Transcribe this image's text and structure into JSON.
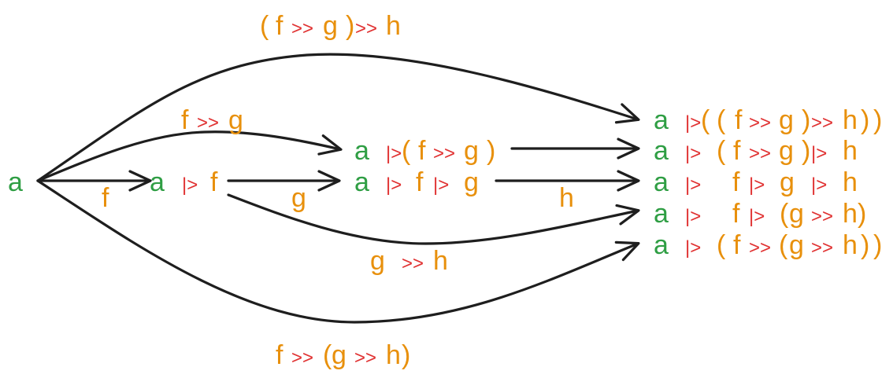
{
  "colors": {
    "value": "#2f9e44",
    "function": "#e8900c",
    "operator": "#e03131",
    "arrow": "#1e1e1e"
  },
  "nodes": {
    "a": "a",
    "a_pipe_f": [
      {
        "text": "a",
        "role": "value"
      },
      {
        "text": "|>",
        "role": "operator"
      },
      {
        "text": "f",
        "role": "function"
      }
    ],
    "a_pipe_compose_fg": [
      {
        "text": "a",
        "role": "value"
      },
      {
        "text": "|>",
        "role": "operator"
      },
      {
        "text": "(",
        "role": "function"
      },
      {
        "text": "f",
        "role": "function"
      },
      {
        "text": ">>",
        "role": "operator"
      },
      {
        "text": "g",
        "role": "function"
      },
      {
        "text": ")",
        "role": "function"
      }
    ],
    "a_pipe_f_pipe_g": [
      {
        "text": "a",
        "role": "value"
      },
      {
        "text": "|>",
        "role": "operator"
      },
      {
        "text": "f",
        "role": "function"
      },
      {
        "text": "|>",
        "role": "operator"
      },
      {
        "text": "g",
        "role": "function"
      }
    ],
    "results": [
      [
        {
          "text": "a",
          "role": "value"
        },
        {
          "text": "|>",
          "role": "operator"
        },
        {
          "text": "(",
          "role": "function"
        },
        {
          "text": "(",
          "role": "function"
        },
        {
          "text": "f",
          "role": "function"
        },
        {
          "text": ">>",
          "role": "operator"
        },
        {
          "text": "g",
          "role": "function"
        },
        {
          "text": ")",
          "role": "function"
        },
        {
          "text": ">>",
          "role": "operator"
        },
        {
          "text": "h",
          "role": "function"
        },
        {
          "text": ")",
          "role": "function"
        },
        {
          "text": ")",
          "role": "function"
        }
      ],
      [
        {
          "text": "a",
          "role": "value"
        },
        {
          "text": "|>",
          "role": "operator"
        },
        {
          "text": "(",
          "role": "function"
        },
        {
          "text": "f",
          "role": "function"
        },
        {
          "text": ">>",
          "role": "operator"
        },
        {
          "text": "g",
          "role": "function"
        },
        {
          "text": ")",
          "role": "function"
        },
        {
          "text": "|>",
          "role": "operator"
        },
        {
          "text": "h",
          "role": "function"
        }
      ],
      [
        {
          "text": "a",
          "role": "value"
        },
        {
          "text": "|>",
          "role": "operator"
        },
        {
          "text": "f",
          "role": "function"
        },
        {
          "text": "|>",
          "role": "operator"
        },
        {
          "text": "g",
          "role": "function"
        },
        {
          "text": "|>",
          "role": "operator"
        },
        {
          "text": "h",
          "role": "function"
        }
      ],
      [
        {
          "text": "a",
          "role": "value"
        },
        {
          "text": "|>",
          "role": "operator"
        },
        {
          "text": "f",
          "role": "function"
        },
        {
          "text": "|>",
          "role": "operator"
        },
        {
          "text": "(",
          "role": "function"
        },
        {
          "text": "g",
          "role": "function"
        },
        {
          "text": ">>",
          "role": "operator"
        },
        {
          "text": "h",
          "role": "function"
        },
        {
          "text": ")",
          "role": "function"
        }
      ],
      [
        {
          "text": "a",
          "role": "value"
        },
        {
          "text": "|>",
          "role": "operator"
        },
        {
          "text": "(",
          "role": "function"
        },
        {
          "text": "f",
          "role": "function"
        },
        {
          "text": ">>",
          "role": "operator"
        },
        {
          "text": "(",
          "role": "function"
        },
        {
          "text": "g",
          "role": "function"
        },
        {
          "text": ">>",
          "role": "operator"
        },
        {
          "text": "h",
          "role": "function"
        },
        {
          "text": ")",
          "role": "function"
        },
        {
          "text": ")",
          "role": "function"
        }
      ]
    ]
  },
  "edge_labels": {
    "compose_fg_h": [
      {
        "text": "(",
        "role": "function"
      },
      {
        "text": "f",
        "role": "function"
      },
      {
        "text": ">>",
        "role": "operator"
      },
      {
        "text": "g",
        "role": "function"
      },
      {
        "text": ")",
        "role": "function"
      },
      {
        "text": ">>",
        "role": "operator"
      },
      {
        "text": "h",
        "role": "function"
      }
    ],
    "compose_fg": [
      {
        "text": "f",
        "role": "function"
      },
      {
        "text": ">>",
        "role": "operator"
      },
      {
        "text": "g",
        "role": "function"
      }
    ],
    "f": [
      {
        "text": "f",
        "role": "function"
      }
    ],
    "g": [
      {
        "text": "g",
        "role": "function"
      }
    ],
    "h": [
      {
        "text": "h",
        "role": "function"
      }
    ],
    "compose_gh": [
      {
        "text": "g",
        "role": "function"
      },
      {
        "text": ">>",
        "role": "operator"
      },
      {
        "text": "h",
        "role": "function"
      }
    ],
    "compose_f_gh": [
      {
        "text": "f",
        "role": "function"
      },
      {
        "text": ">>",
        "role": "operator"
      },
      {
        "text": "(",
        "role": "function"
      },
      {
        "text": "g",
        "role": "function"
      },
      {
        "text": ">>",
        "role": "operator"
      },
      {
        "text": "h",
        "role": "function"
      },
      {
        "text": ")",
        "role": "function"
      }
    ]
  }
}
